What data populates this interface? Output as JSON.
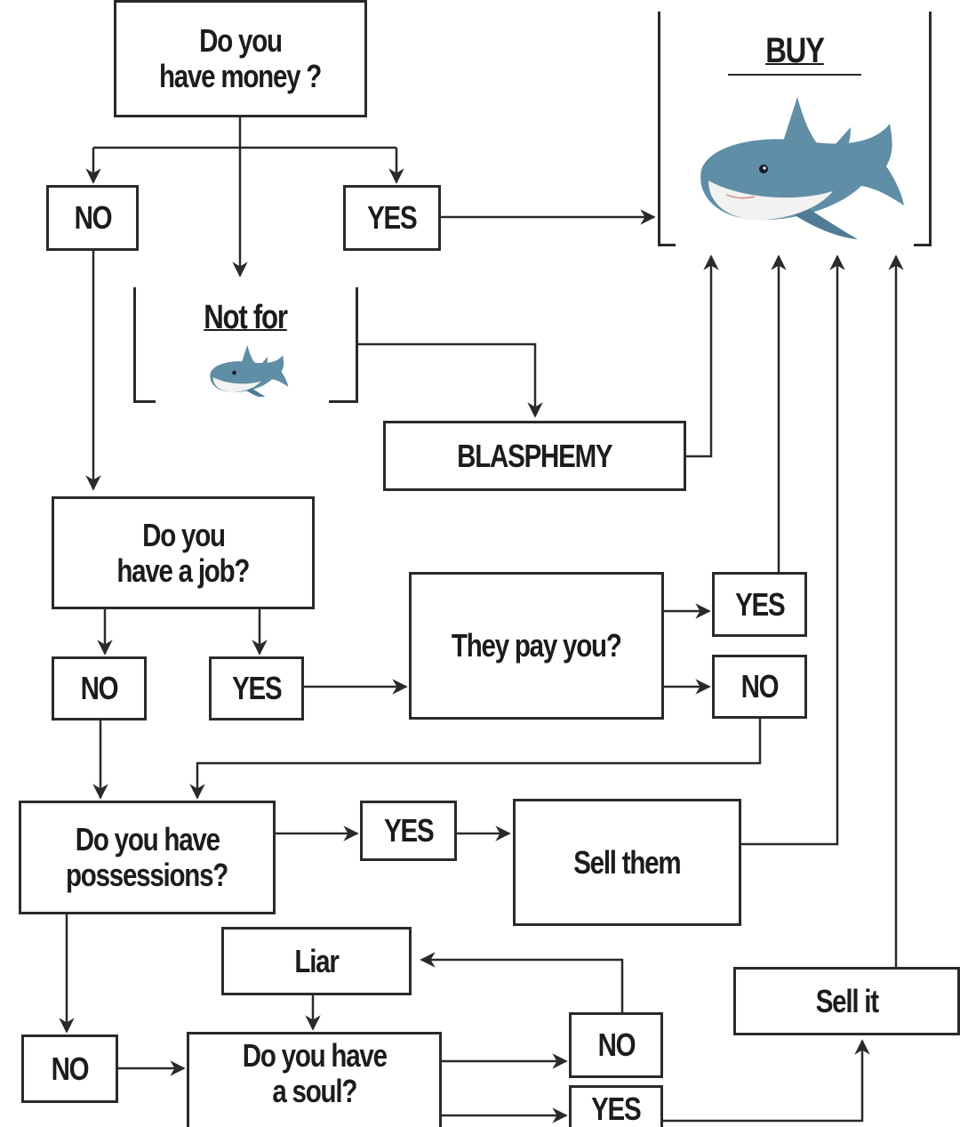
{
  "nodes": {
    "money_q": {
      "line1": "Do you",
      "line2": "have money ?"
    },
    "no1": {
      "label": "NO"
    },
    "yes1": {
      "label": "YES"
    },
    "buy": {
      "title": "BUY"
    },
    "not_for": {
      "title": "Not for"
    },
    "blasphemy": {
      "label": "BLASPHEMY"
    },
    "job_q": {
      "line1": "Do you",
      "line2": "have a job?"
    },
    "no2": {
      "label": "NO"
    },
    "yes2": {
      "label": "YES"
    },
    "pay_q": {
      "label": "They pay you?"
    },
    "yes3": {
      "label": "YES"
    },
    "no3": {
      "label": "NO"
    },
    "poss_q": {
      "line1": "Do you have",
      "line2": "possessions?"
    },
    "yes4": {
      "label": "YES"
    },
    "sell_them": {
      "label": "Sell them"
    },
    "liar": {
      "label": "Liar"
    },
    "sell_it": {
      "label": "Sell it"
    },
    "no4": {
      "label": "NO"
    },
    "soul_q": {
      "line1": "Do you have",
      "line2": "a soul?"
    },
    "no5": {
      "label": "NO"
    },
    "yes5": {
      "label": "YES"
    }
  },
  "icons": {
    "shark": "plush-shark-icon"
  },
  "colors": {
    "line": "#2a2a2a",
    "shark_body": "#5f8ea6",
    "shark_belly": "#f2f2f0"
  }
}
